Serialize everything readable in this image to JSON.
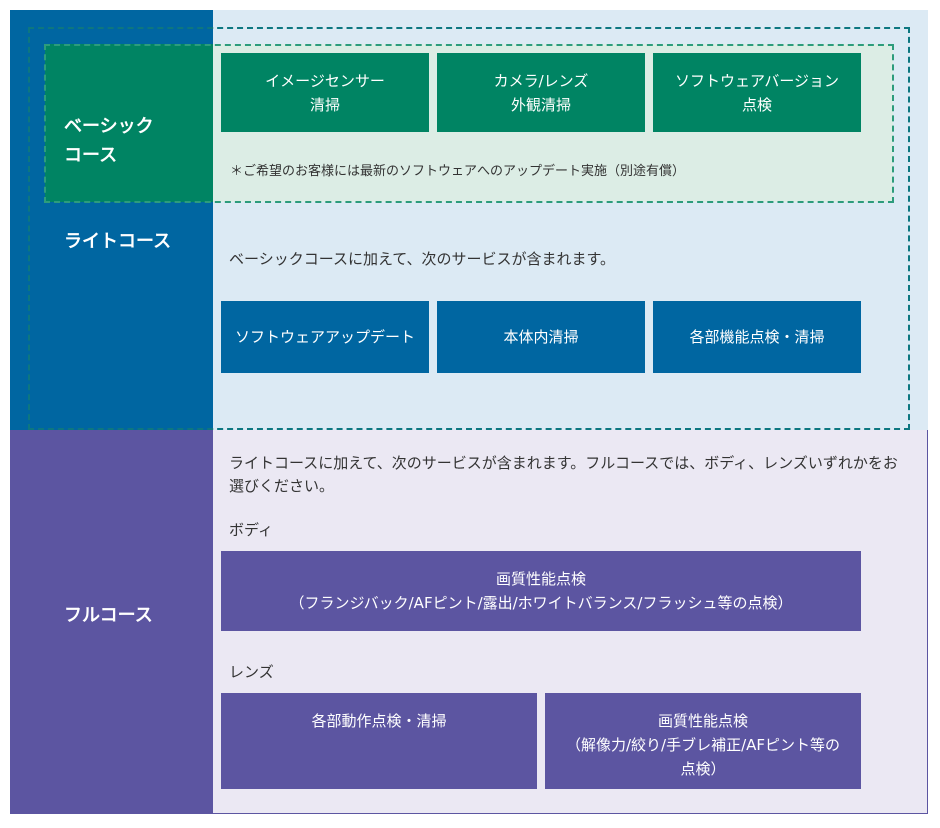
{
  "basic": {
    "label": "ベーシック\nコース",
    "services": [
      "イメージセンサー\n清掃",
      "カメラ/レンズ\n外観清掃",
      "ソフトウェアバージョン\n点検"
    ],
    "note": "＊ご希望のお客様には最新のソフトウェアへのアップデート実施（別途有償）"
  },
  "light": {
    "label": "ライトコース",
    "intro": "ベーシックコースに加えて、次のサービスが含まれます。",
    "services": [
      "ソフトウェアアップデート",
      "本体内清掃",
      "各部機能点検・清掃"
    ]
  },
  "full": {
    "label": "フルコース",
    "intro": "ライトコースに加えて、次のサービスが含まれます。フルコースでは、ボディ、レンズいずれかをお選びください。",
    "body": {
      "heading": "ボディ",
      "service": "画質性能点検\n（フランジバック/AFピント/露出/ホワイトバランス/フラッシュ等の点検）"
    },
    "lens": {
      "heading": "レンズ",
      "services": [
        "各部動作点検・清掃",
        "画質性能点検\n（解像力/絞り/手ブレ補正/AFピント等の\n点検）"
      ]
    }
  },
  "colors": {
    "basic": "#008463",
    "light": "#0066a1",
    "full": "#5c55a1"
  }
}
